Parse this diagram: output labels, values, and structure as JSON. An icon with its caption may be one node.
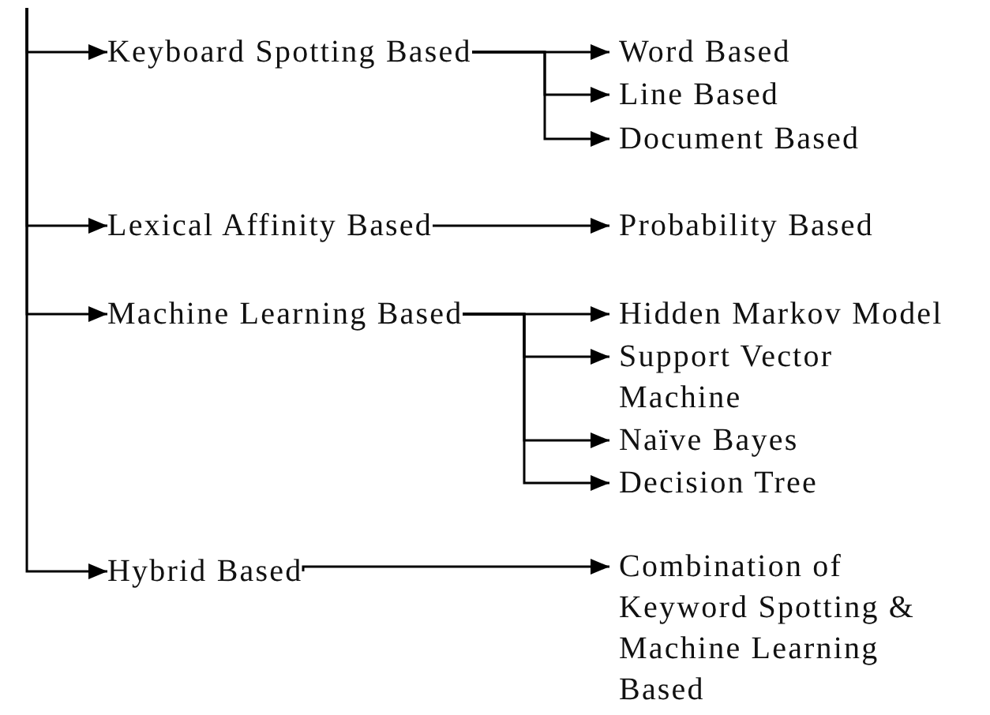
{
  "diagram": {
    "nodes": [
      {
        "text": [
          "Keyboard Spotting Based"
        ]
      },
      {
        "text": [
          "Word Based"
        ]
      },
      {
        "text": [
          "Line Based"
        ]
      },
      {
        "text": [
          "Document Based"
        ]
      },
      {
        "text": [
          "Lexical Affinity Based"
        ]
      },
      {
        "text": [
          "Probability Based"
        ]
      },
      {
        "text": [
          "Machine Learning Based"
        ]
      },
      {
        "text": [
          "Hidden Markov Model"
        ]
      },
      {
        "text": [
          "Support Vector Machine"
        ]
      },
      {
        "text": [
          "Naïve Bayes"
        ]
      },
      {
        "text": [
          "Decision Tree"
        ]
      },
      {
        "text": [
          "Hybrid Based"
        ]
      },
      {
        "text": [
          "Combination of Keyword Spotting & Machine Learning Based"
        ]
      }
    ],
    "edges": [
      {
        "from": null,
        "to": 0,
        "arrow": "to"
      },
      {
        "from": null,
        "to": 4,
        "arrow": "to"
      },
      {
        "from": null,
        "to": 6,
        "arrow": "to"
      },
      {
        "from": null,
        "to": 11,
        "arrow": "to"
      },
      {
        "from": 0,
        "to": 1,
        "arrow": "to"
      },
      {
        "from": 0,
        "to": 2,
        "arrow": "to"
      },
      {
        "from": 0,
        "to": 3,
        "arrow": "to"
      },
      {
        "from": 4,
        "to": 5,
        "arrow": "to"
      },
      {
        "from": 6,
        "to": 7,
        "arrow": "to"
      },
      {
        "from": 6,
        "to": 8,
        "arrow": "to"
      },
      {
        "from": 6,
        "to": 9,
        "arrow": "to"
      },
      {
        "from": 6,
        "to": 10,
        "arrow": "to"
      },
      {
        "from": 11,
        "to": 12,
        "arrow": "to"
      }
    ]
  }
}
